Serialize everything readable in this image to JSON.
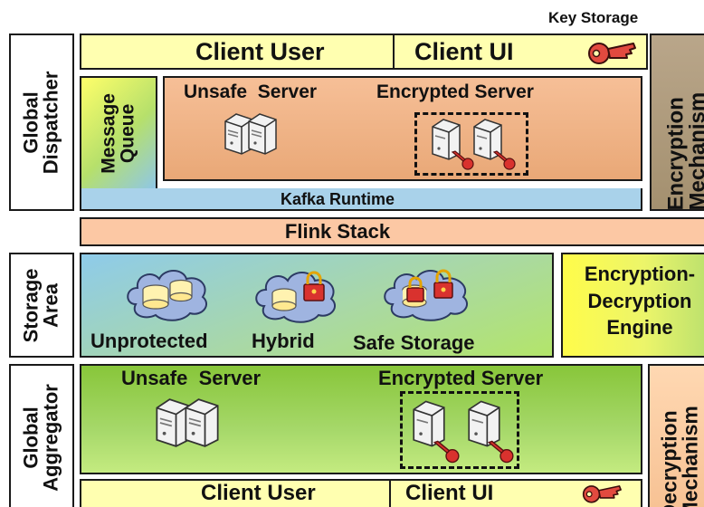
{
  "title": "Key Storage",
  "sidebar": {
    "global_dispatcher": "Global Dispatcher",
    "storage_area": "Storage Area",
    "global_aggregator": "Global Aggregator"
  },
  "dispatcher": {
    "client_user": "Client User",
    "client_ui": "Client UI",
    "message_queue": "Message Queue",
    "unsafe_server": "Unsafe  Server",
    "encrypted_server": "Encrypted Server",
    "kafka_runtime": "Kafka Runtime",
    "encryption_mechanism": "Encryption Mechanism"
  },
  "flink_stack": "Flink Stack",
  "storage": {
    "unprotected": "Unprotected",
    "hybrid": "Hybrid",
    "safe_storage": "Safe Storage",
    "engine": "Encryption-Decryption Engine"
  },
  "aggregator": {
    "unsafe_server": "Unsafe  Server",
    "encrypted_server": "Encrypted Server",
    "decryption_mechanism": "Decryption Mechanism",
    "client_user": "Client User",
    "client_ui": "Client UI"
  },
  "colors": {
    "yellow": "#ffffb0",
    "orange": "#fcc8a4",
    "blue": "#a9d2ea",
    "green": "#88c63a",
    "engine_yellow": "#fffc4a",
    "key_red": "#d9322e"
  },
  "icons": [
    "server-icon",
    "key-icon",
    "database-cloud-icon",
    "lock-icon"
  ]
}
